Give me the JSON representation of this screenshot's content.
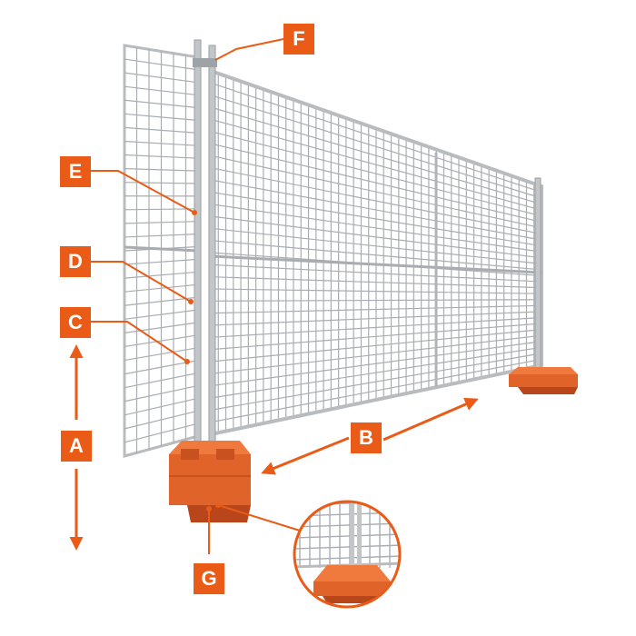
{
  "colors": {
    "accent": "#ea5b17",
    "frame": "#b9bcbf",
    "mesh": "#a9adb1",
    "base": "#e0642a",
    "base_dark": "#b8461a"
  },
  "labels": {
    "a": "A",
    "b": "B",
    "c": "C",
    "d": "D",
    "e": "E",
    "f": "F",
    "g": "G"
  }
}
